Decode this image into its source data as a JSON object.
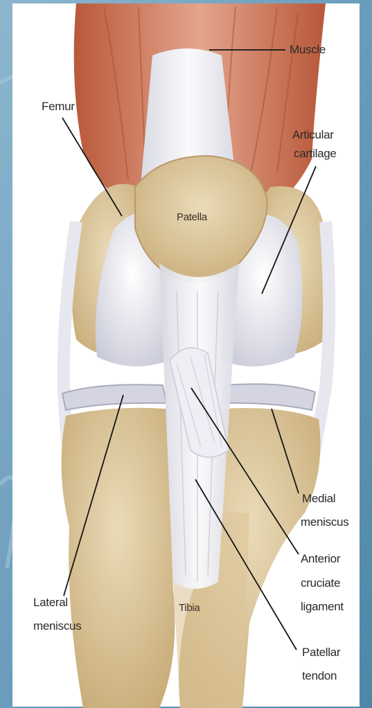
{
  "labels": {
    "muscle": "Muscle",
    "femur": "Femur",
    "articular_line1": "Articular",
    "articular_line2": "cartilage",
    "patella": "Patella",
    "medial_line1": "Medial",
    "medial_line2": "meniscus",
    "anterior_line1": "Anterior",
    "anterior_line2": "cruciate",
    "anterior_line3": "ligament",
    "lateral_line1": "Lateral",
    "lateral_line2": "meniscus",
    "tibia": "Tibia",
    "patellar_line1": "Patellar",
    "patellar_line2": "tendon"
  },
  "colors": {
    "frame_blue": "#6f9fbc",
    "muscle": "#c9694a",
    "bone": "#d9c39a",
    "cartilage": "#e6e6ef",
    "ligament": "#f2f2f6"
  }
}
